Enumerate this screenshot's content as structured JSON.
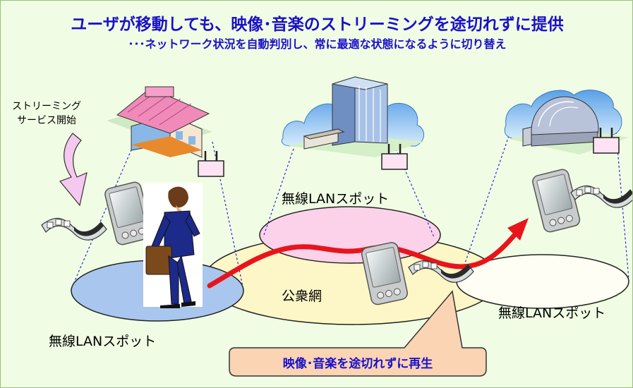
{
  "title_line1": "ユーザが移動しても、映像･音楽のストリーミングを途切れずに提供",
  "title_line2": "･･･ネットワーク状況を自動判別し、常に最適な状態になるように切り替え",
  "start_label_line1": "ストリーミング",
  "start_label_line2": "サービス開始",
  "spot_top": "無線LANスポット",
  "spot_right": "無線LANスポット",
  "spot_left": "無線LANスポット",
  "public_network": "公衆網",
  "callout": "映像･音楽を途切れずに再生",
  "icons": [
    "shop-building-icon",
    "office-building-icon",
    "stadium-dome-icon",
    "wireless-router-icon",
    "pda-device-icon",
    "film-strip-icon",
    "businesswoman-figure-icon",
    "start-arrow-icon",
    "route-arrow-icon"
  ],
  "colors": {
    "title": "#1a10c8",
    "background": "#f0fde4",
    "public_network_fill": "#fdf6c6",
    "spot_top_fill": "#fbd2ea",
    "spot_left_fill": "#a9c6ef",
    "route_arrow": "#e8141c",
    "callout_fill": "#fbd4b4",
    "start_arrow_fill": "#f5c8f0"
  }
}
